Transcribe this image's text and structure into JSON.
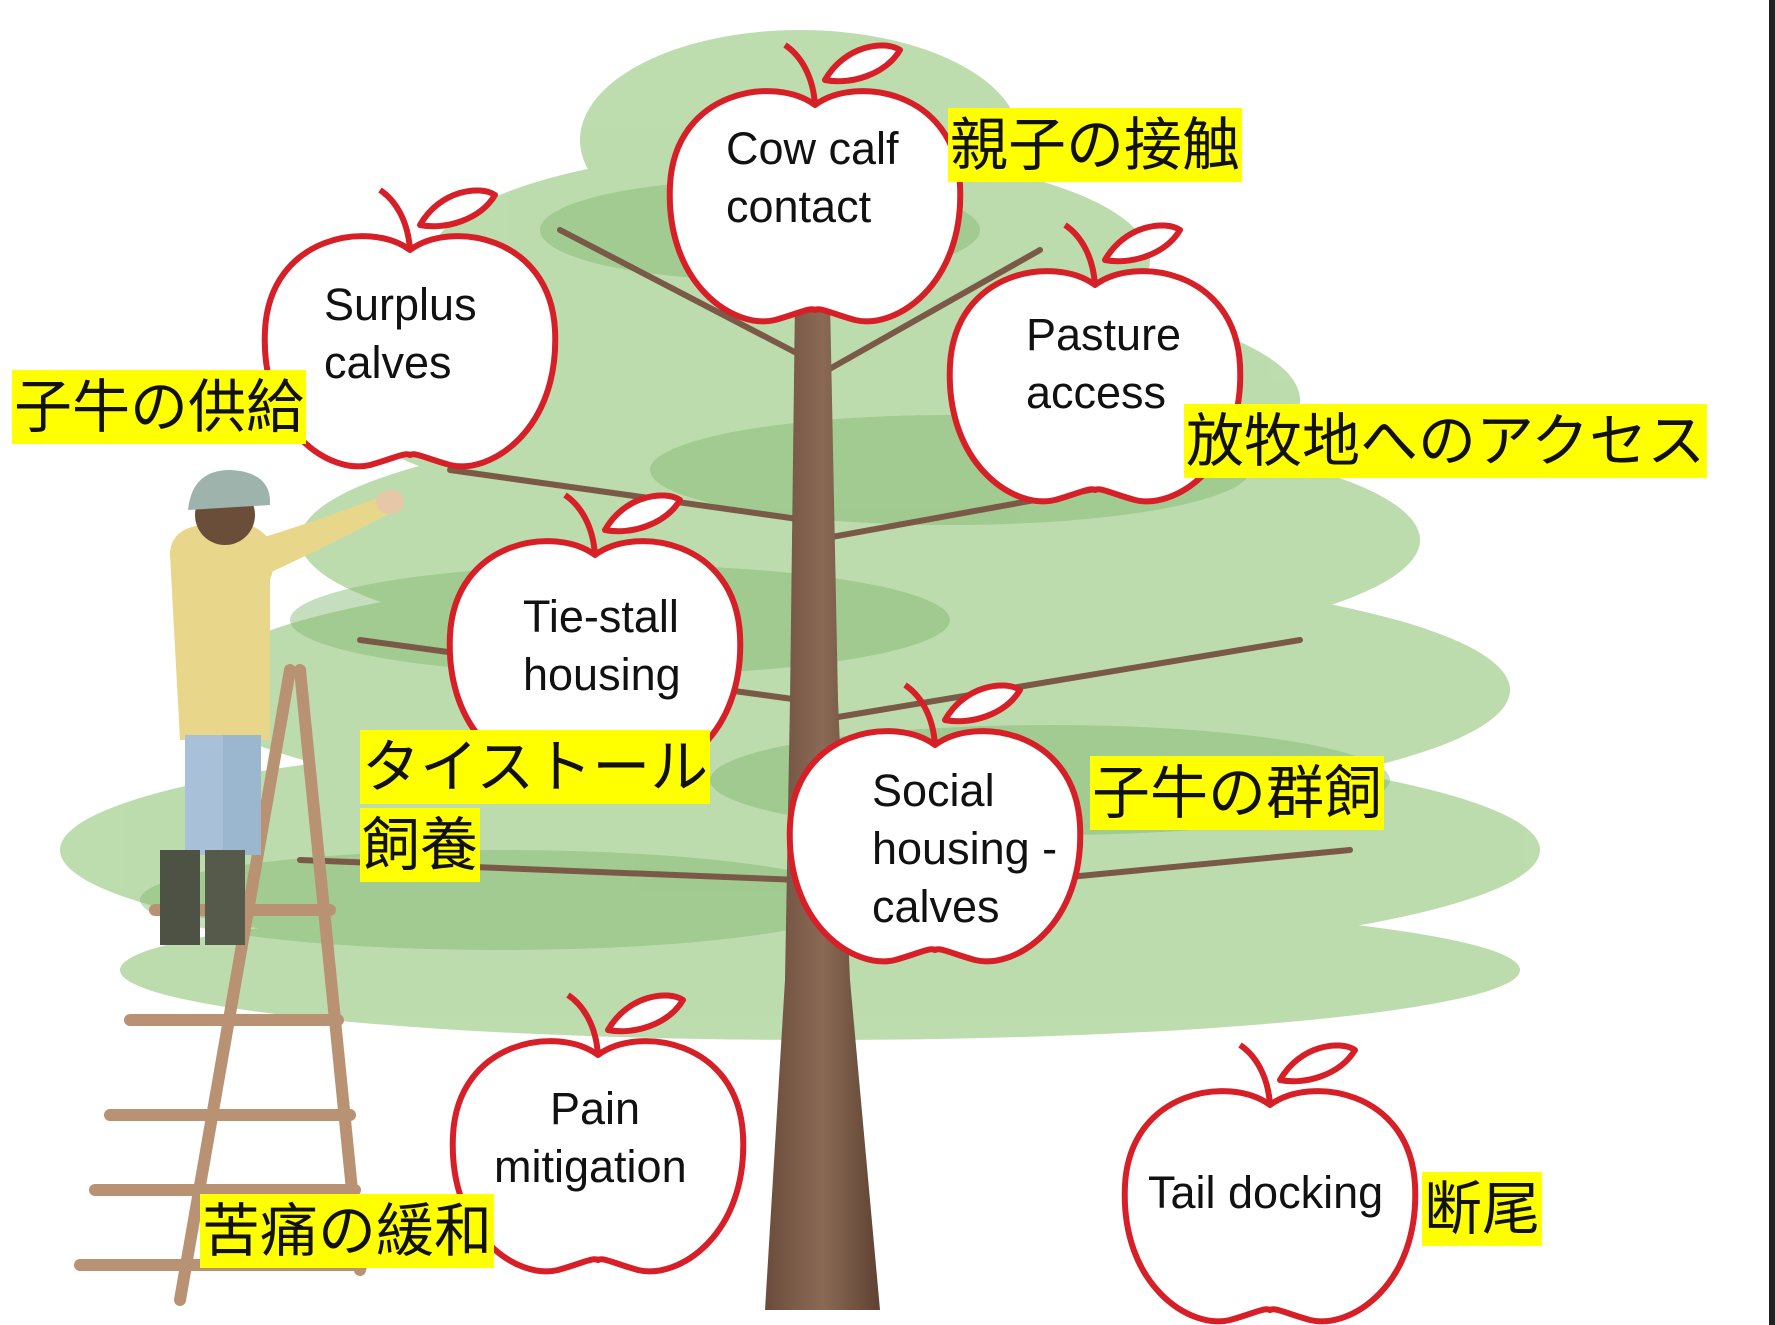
{
  "apples": [
    {
      "id": "cow-calf-contact",
      "en": [
        "Cow calf",
        "contact"
      ],
      "jp": "親子の接触"
    },
    {
      "id": "surplus-calves",
      "en": [
        "Surplus",
        "calves"
      ],
      "jp": "子牛の供給"
    },
    {
      "id": "pasture-access",
      "en": [
        "Pasture",
        "access"
      ],
      "jp": "放牧地へのアクセス"
    },
    {
      "id": "tie-stall-housing",
      "en": [
        "Tie-stall",
        "housing"
      ],
      "jp": [
        "タイストール",
        "飼養"
      ]
    },
    {
      "id": "social-housing-calves",
      "en": [
        "Social",
        "housing -",
        "calves"
      ],
      "jp": "子牛の群飼"
    },
    {
      "id": "pain-mitigation",
      "en": [
        "Pain",
        "mitigation"
      ],
      "jp": "苦痛の緩和"
    },
    {
      "id": "tail-docking",
      "en": [
        "Tail docking"
      ],
      "jp": "断尾"
    }
  ],
  "colors": {
    "apple_outline": "#d61f26",
    "highlight": "#ffff00",
    "foliage": "#9cc98a",
    "trunk": "#7a5a47"
  }
}
